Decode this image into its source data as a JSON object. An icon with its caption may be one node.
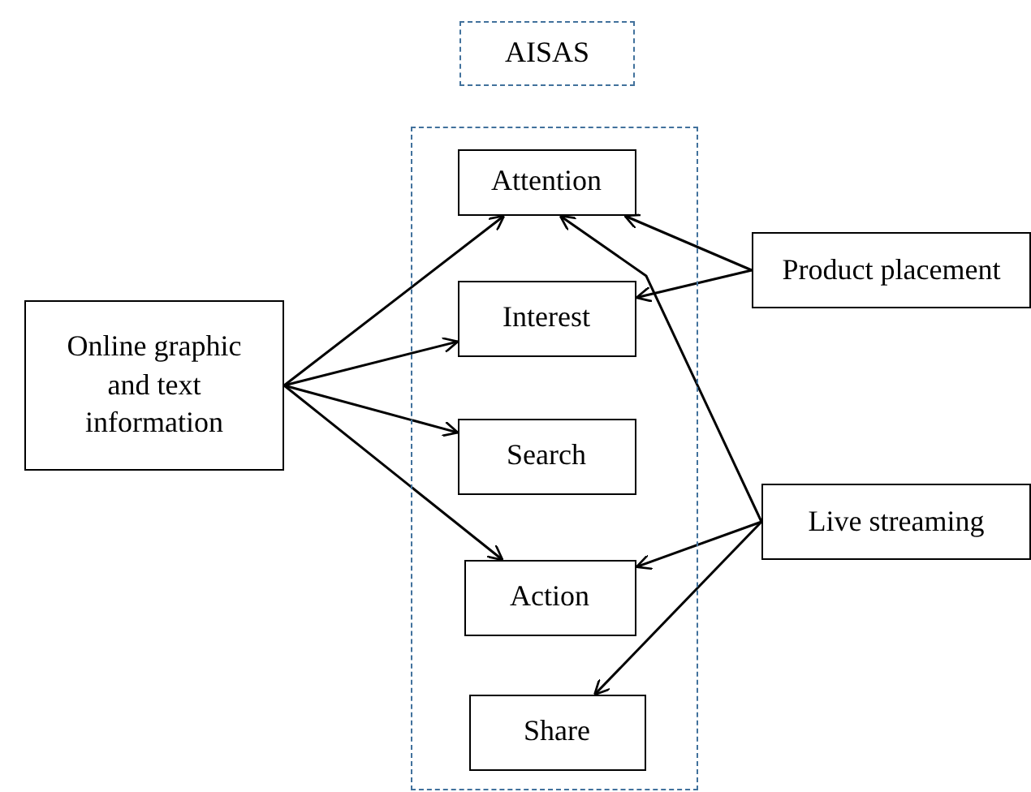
{
  "diagram": {
    "nodes": [
      {
        "text": [
          "AISAS"
        ]
      },
      {
        "text": [],
        "shape": "box"
      },
      {
        "text": [
          "Attention"
        ],
        "in": 1
      },
      {
        "text": [
          "Interest"
        ],
        "in": 1
      },
      {
        "text": [
          "Search"
        ],
        "in": 1
      },
      {
        "text": [
          "Action"
        ],
        "in": 1
      },
      {
        "text": [
          "Share"
        ],
        "in": 1
      },
      {
        "text": [
          "Online graphic and text information"
        ]
      },
      {
        "text": [
          "Product placement"
        ]
      },
      {
        "text": [
          "Live streaming"
        ]
      }
    ],
    "edges": [
      {
        "from": 7,
        "to": 2,
        "arrow": "to"
      },
      {
        "from": 7,
        "to": 3,
        "arrow": "to"
      },
      {
        "from": 7,
        "to": 4,
        "arrow": "to"
      },
      {
        "from": 7,
        "to": 5,
        "arrow": "to"
      },
      {
        "from": 8,
        "to": 2,
        "arrow": "to"
      },
      {
        "from": 8,
        "to": 3,
        "arrow": "to"
      },
      {
        "from": 9,
        "to": 2,
        "arrow": "to"
      },
      {
        "from": 9,
        "to": 5,
        "arrow": "to"
      },
      {
        "from": 9,
        "to": 6,
        "arrow": "to"
      }
    ]
  }
}
